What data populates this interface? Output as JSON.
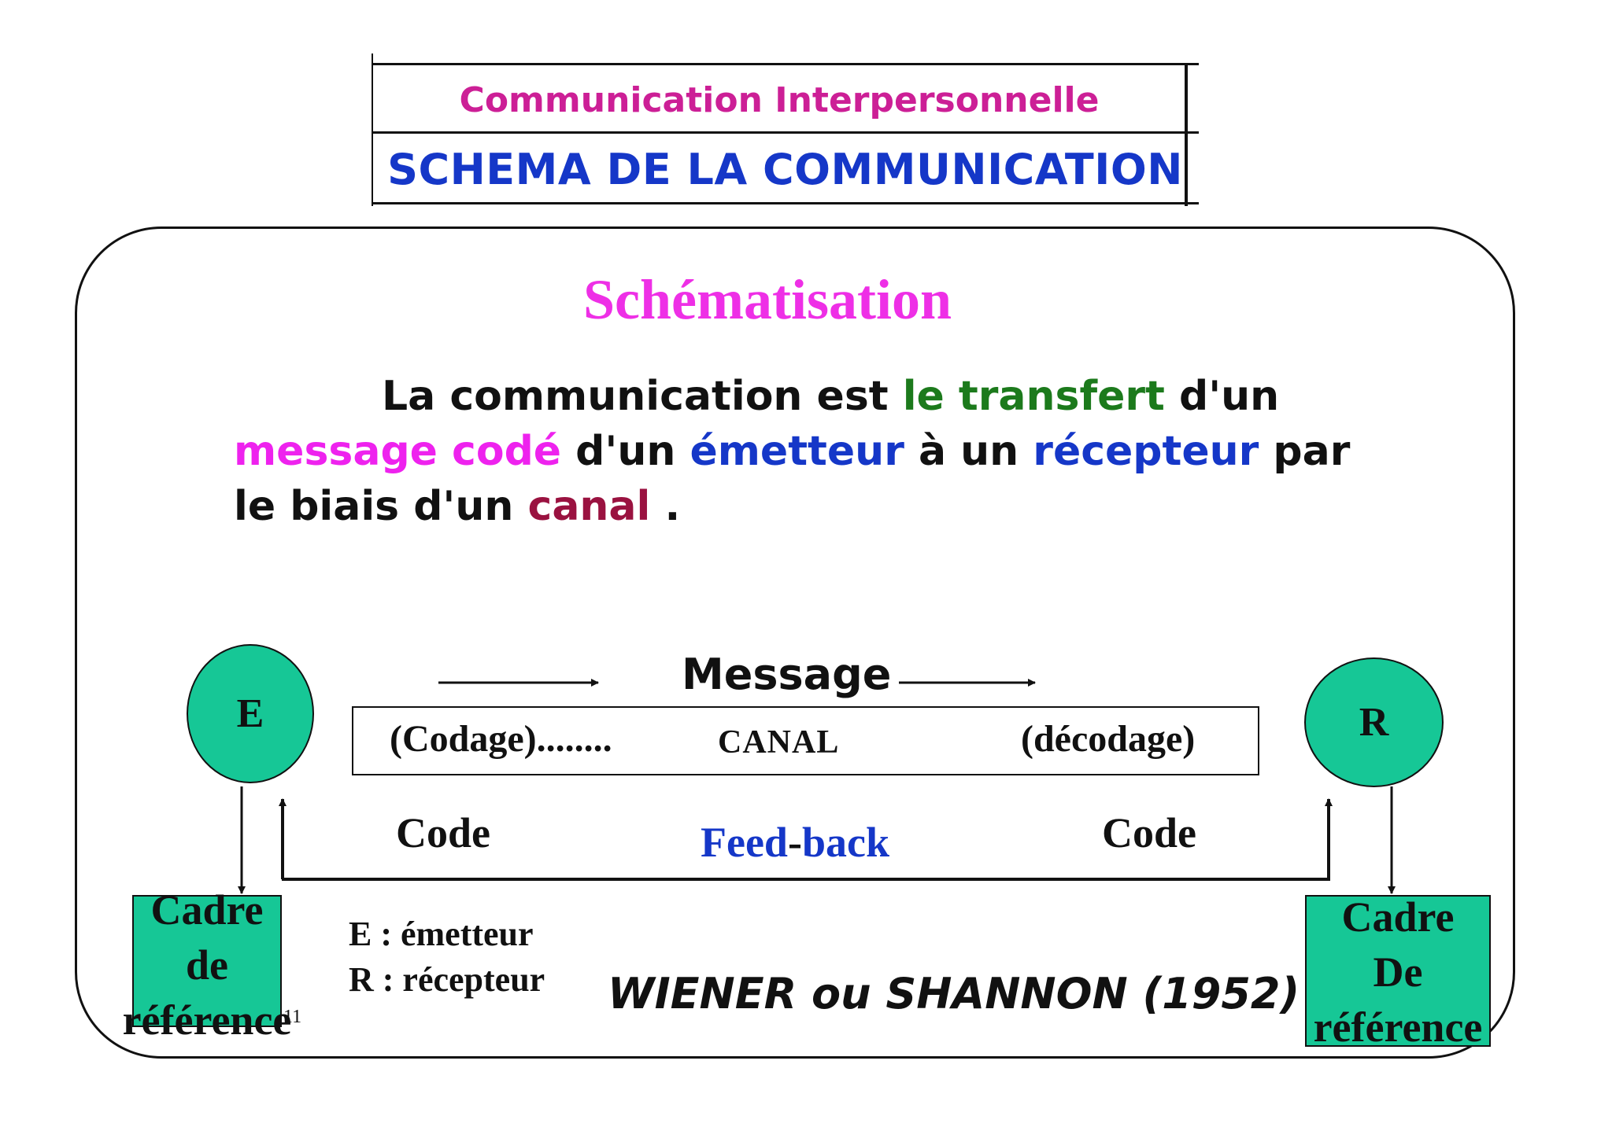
{
  "header": {
    "subtitle": "Communication Interpersonnelle",
    "title": "SCHEMA DE LA COMMUNICATION"
  },
  "section_title": "Schématisation",
  "definition": {
    "part1": "La communication est ",
    "part2": "le transfert",
    "part3": " d'un",
    "part4": "message  codé",
    "part5": " d'un ",
    "part6": "émetteur",
    "part7": " à un ",
    "part8": "récepteur",
    "part9": " par",
    "part10": "le biais d'un ",
    "part11": "canal",
    "part12": " ."
  },
  "diagram": {
    "emitter_letter": "E",
    "receiver_letter": "R",
    "message_label": "Message",
    "coding_label": "(Codage)........",
    "channel_label": "CANAL",
    "decoding_label": "(décodage)",
    "code_left": "Code",
    "code_right": "Code",
    "feedback_part1": "Feed",
    "feedback_dash": "-",
    "feedback_part2": "back",
    "left_frame": [
      "Cadre",
      "de",
      "référence"
    ],
    "right_frame": [
      "Cadre",
      "De",
      "référence"
    ],
    "page_number": "11"
  },
  "legend": {
    "e_line": "E  :  émetteur",
    "r_line": "R  :  récepteur"
  },
  "citation": "WIENER ou SHANNON (1952)",
  "colors": {
    "header_subtitle": "#cc1f96",
    "header_title": "#1537c8",
    "section_title": "#ee2fe6",
    "accent_green": "#1c7a1c",
    "accent_magenta": "#ee22ee",
    "accent_blue": "#1537c8",
    "accent_maroon": "#9a1240",
    "node_fill": "#16c796"
  }
}
